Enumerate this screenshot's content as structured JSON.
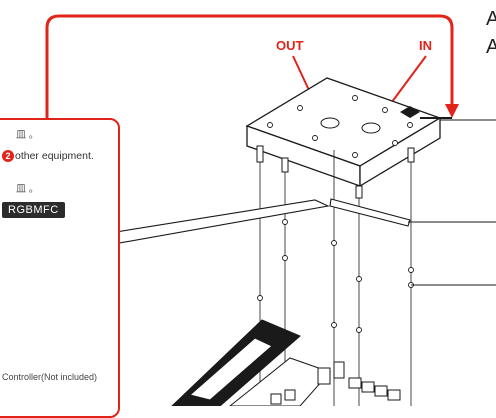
{
  "labels": {
    "out": "OUT",
    "in": "IN",
    "corner_top": "A",
    "corner_second": "A"
  },
  "inset": {
    "line1": "皿 。",
    "badge_number": "2",
    "line2": "other equipment.",
    "line3": "皿 。",
    "model_tag": "RGBMFC",
    "controller_note": "Controller(Not included)"
  },
  "colors": {
    "accent": "#e2231a",
    "line": "#1a1a1a"
  }
}
